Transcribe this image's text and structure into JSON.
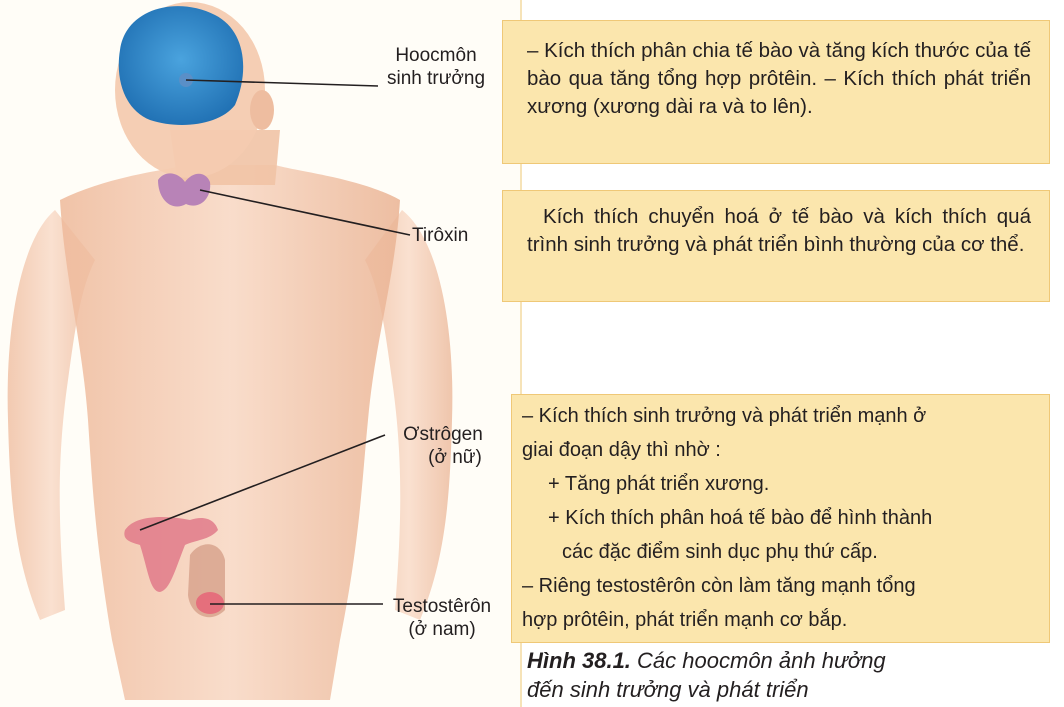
{
  "labels": {
    "growth_hormone": [
      "Hoocmôn",
      "sinh trưởng"
    ],
    "thyroxine": "Tirôxin",
    "estrogen": [
      "Ơstrôgen",
      "(ở nữ)"
    ],
    "testosterone": [
      "Testostêrôn",
      "(ở nam)"
    ]
  },
  "boxes": {
    "growth_hormone_text": "– Kích thích phân chia tế bào và tăng kích thước của tế bào qua tăng tổng hợp prôtêin. – Kích thích phát triển xương (xương dài ra và to lên).",
    "thyroxine_text": "Kích thích chuyển hoá ở tế bào và kích thích quá trình sinh trưởng và phát triển bình thường của cơ thể.",
    "sex_hormones": {
      "line1": "– Kích thích sinh trưởng và phát triển mạnh ở",
      "line2": "giai đoạn dậy thì nhờ :",
      "bullet1": "+ Tăng phát triển xương.",
      "bullet2_line1": "+ Kích thích phân hoá tế bào để hình thành",
      "bullet2_line2": "các đặc điểm sinh dục phụ thứ cấp.",
      "line3": "– Riêng testostêrôn còn làm tăng mạnh tổng",
      "line4": "hợp prôtêin, phát triển mạnh cơ bắp."
    }
  },
  "caption": {
    "number": "Hình 38.1.",
    "line1": "Các hoocmôn ảnh hưởng",
    "line2": "đến sinh trưởng và phát triển"
  },
  "colors": {
    "box_fill": "#fbe6ad",
    "box_border": "#efc877",
    "skin": "#f3c6a8",
    "brain": "#2a84c6",
    "thyroid": "#b883b7",
    "reproductive": "#e07a8a"
  }
}
